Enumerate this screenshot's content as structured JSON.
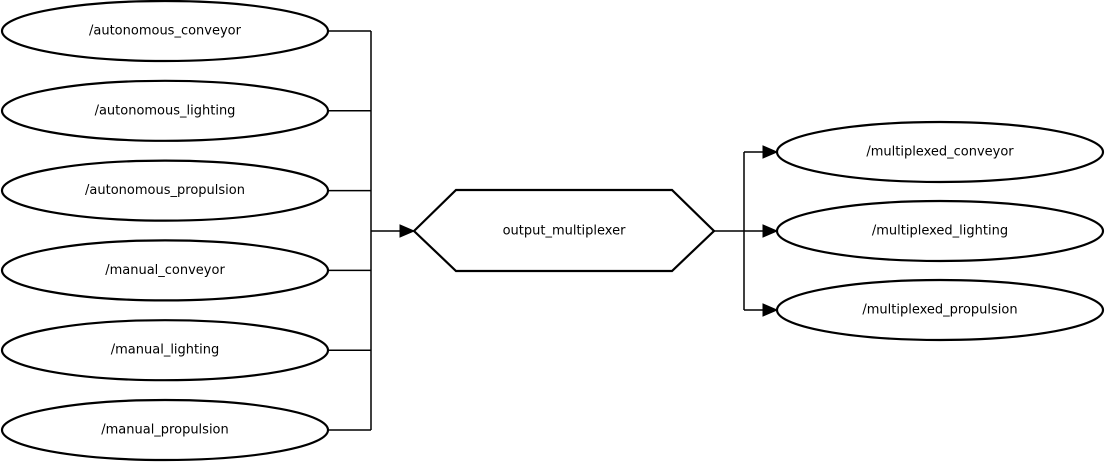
{
  "diagram": {
    "input_topics": [
      {
        "id": "autonomous-conveyor",
        "label": "/autonomous_conveyor"
      },
      {
        "id": "autonomous-lighting",
        "label": "/autonomous_lighting"
      },
      {
        "id": "autonomous-propulsion",
        "label": "/autonomous_propulsion"
      },
      {
        "id": "manual-conveyor",
        "label": "/manual_conveyor"
      },
      {
        "id": "manual-lighting",
        "label": "/manual_lighting"
      },
      {
        "id": "manual-propulsion",
        "label": "/manual_propulsion"
      }
    ],
    "node": {
      "id": "output-multiplexer",
      "label": "output_multiplexer"
    },
    "output_topics": [
      {
        "id": "multiplexed-conveyor",
        "label": "/multiplexed_conveyor"
      },
      {
        "id": "multiplexed-lighting",
        "label": "/multiplexed_lighting"
      },
      {
        "id": "multiplexed-propulsion",
        "label": "/multiplexed_propulsion"
      }
    ],
    "colors": {
      "stroke": "#000000",
      "fill": "#ffffff",
      "text": "#000000"
    }
  }
}
